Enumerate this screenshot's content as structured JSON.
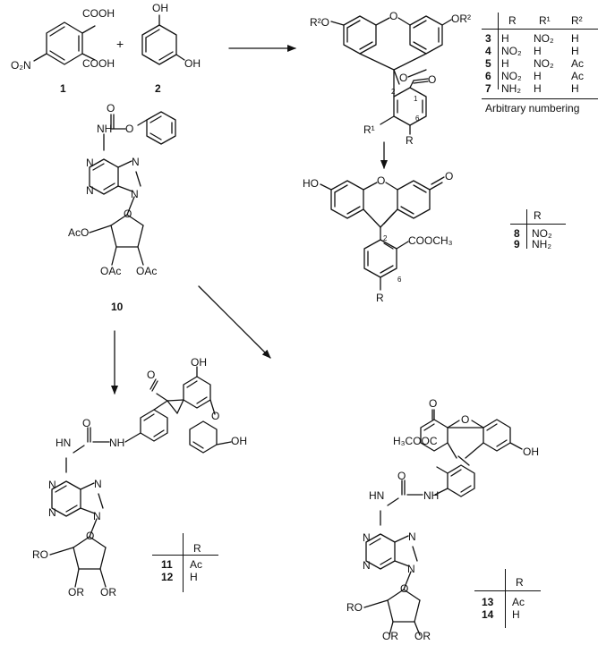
{
  "compounds": {
    "c1": "1",
    "c2": "2",
    "c10": "10"
  },
  "atoms": {
    "cooh_top": "COOH",
    "cooh_bot": "COOH",
    "o2n": "O₂N",
    "oh_r2_top": "OH",
    "oh_r2_bot": "OH",
    "r2o_left": "R²O",
    "o_xan": "O",
    "or2_right": "OR²",
    "o_lac": "O",
    "o_carbonyl": "O",
    "r1": "R¹",
    "r_bot": "R",
    "n2": "2",
    "n1": "1",
    "n6": "6",
    "ho_mid": "HO",
    "o_mid_xan": "O",
    "o_mid_right": "O",
    "mid_n2": "2",
    "mid_coome": "COOCH₃",
    "mid_n6": "6",
    "mid_r": "R",
    "nh10": "NH",
    "o10_carb": "O",
    "o10_ester": "O",
    "n10_1": "N",
    "n10_3": "N",
    "n10_7": "N",
    "n10_9": "N",
    "aco10": "AcO",
    "o10_ring": "O",
    "oac10_a": "OAc",
    "oac10_b": "OAc",
    "oh11_top": "OH",
    "o11_lac": "O",
    "o11_xan": "O",
    "oh11_right": "OH",
    "o11_urea": "O",
    "hn11": "HN",
    "nh11": "NH",
    "n11_1": "N",
    "n11_3": "N",
    "n11_7": "N",
    "n11_9": "N",
    "ro11": "RO",
    "o11_ring": "O",
    "or11_a": "OR",
    "or11_b": "OR",
    "o13_top": "O",
    "h3cooc13": "H₃COOC",
    "o13_xan": "O",
    "oh13": "OH",
    "o13_urea": "O",
    "hn13": "HN",
    "nh13": "NH",
    "n13_1": "N",
    "n13_3": "N",
    "n13_7": "N",
    "n13_9": "N",
    "ro13": "RO",
    "o13_ring": "O",
    "or13_a": "OR",
    "or13_b": "OR"
  },
  "table_top": {
    "headers": [
      "R",
      "R¹",
      "R²"
    ],
    "rows": [
      {
        "num": "3",
        "r": "H",
        "r1": "NO₂",
        "r2": "H"
      },
      {
        "num": "4",
        "r": "NO₂",
        "r1": "H",
        "r2": "H"
      },
      {
        "num": "5",
        "r": "H",
        "r1": "NO₂",
        "r2": "Ac"
      },
      {
        "num": "6",
        "r": "NO₂",
        "r1": "H",
        "r2": "Ac"
      },
      {
        "num": "7",
        "r": "NH₂",
        "r1": "H",
        "r2": "H"
      }
    ],
    "footer": "Arbitrary numbering"
  },
  "table_mid": {
    "header": "R",
    "rows": [
      {
        "num": "8",
        "r": "NO₂"
      },
      {
        "num": "9",
        "r": "NH₂"
      }
    ]
  },
  "table_11": {
    "header": "R",
    "rows": [
      {
        "num": "11",
        "r": "Ac"
      },
      {
        "num": "12",
        "r": "H"
      }
    ]
  },
  "table_13": {
    "header": "R",
    "rows": [
      {
        "num": "13",
        "r": "Ac"
      },
      {
        "num": "14",
        "r": "H"
      }
    ]
  }
}
